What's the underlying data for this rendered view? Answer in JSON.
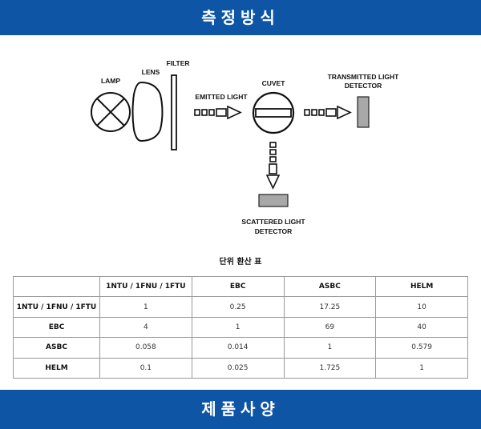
{
  "headers": {
    "top": "측정방식",
    "bottom": "제품사양"
  },
  "diagram": {
    "lamp": "LAMP",
    "lens": "LENS",
    "filter": "FILTER",
    "emitted": "EMITTED LIGHT",
    "cuvet": "CUVET",
    "transmitted_1": "TRANSMITTED LIGHT",
    "transmitted_2": "DETECTOR",
    "scattered_1": "SCATTERED LIGHT",
    "scattered_2": "DETECTOR"
  },
  "table": {
    "title": "단위 환산 표",
    "columns": [
      "",
      "1NTU / 1FNU / 1FTU",
      "EBC",
      "ASBC",
      "HELM"
    ],
    "rows": [
      {
        "label": "1NTU / 1FNU / 1FTU",
        "values": [
          "1",
          "0.25",
          "17.25",
          "10"
        ]
      },
      {
        "label": "EBC",
        "values": [
          "4",
          "1",
          "69",
          "40"
        ]
      },
      {
        "label": "ASBC",
        "values": [
          "0.058",
          "0.014",
          "1",
          "0.579"
        ]
      },
      {
        "label": "HELM",
        "values": [
          "0.1",
          "0.025",
          "1.725",
          "1"
        ]
      }
    ]
  },
  "colors": {
    "banner": "#0f55a6",
    "detector": "#a8a8a8"
  }
}
